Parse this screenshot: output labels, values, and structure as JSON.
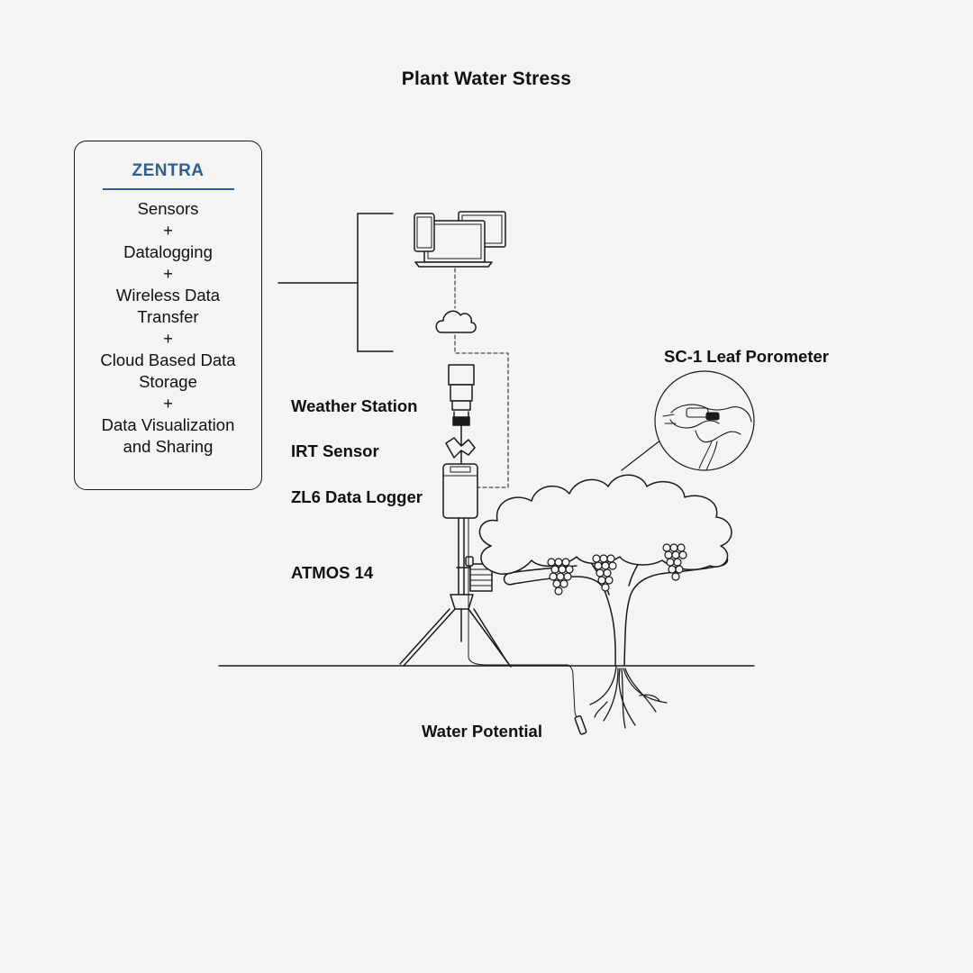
{
  "title": "Plant Water Stress",
  "zentra_box": {
    "brand": "ZENTRA",
    "lines": [
      "Sensors",
      "+",
      "Datalogging",
      "+",
      "Wireless Data",
      "Transfer",
      "+",
      "Cloud Based Data",
      "Storage",
      "+",
      "Data Visualization",
      "and Sharing"
    ]
  },
  "labels": {
    "weather_station": "Weather Station",
    "irt_sensor": "IRT Sensor",
    "zl6": "ZL6 Data Logger",
    "atmos14": "ATMOS 14",
    "sc1": "SC-1 Leaf Porometer",
    "water_potential": "Water Potential"
  },
  "colors": {
    "background": "#f4f4f4",
    "accent": "#2f5f8a",
    "line": "#1a1a1a"
  }
}
